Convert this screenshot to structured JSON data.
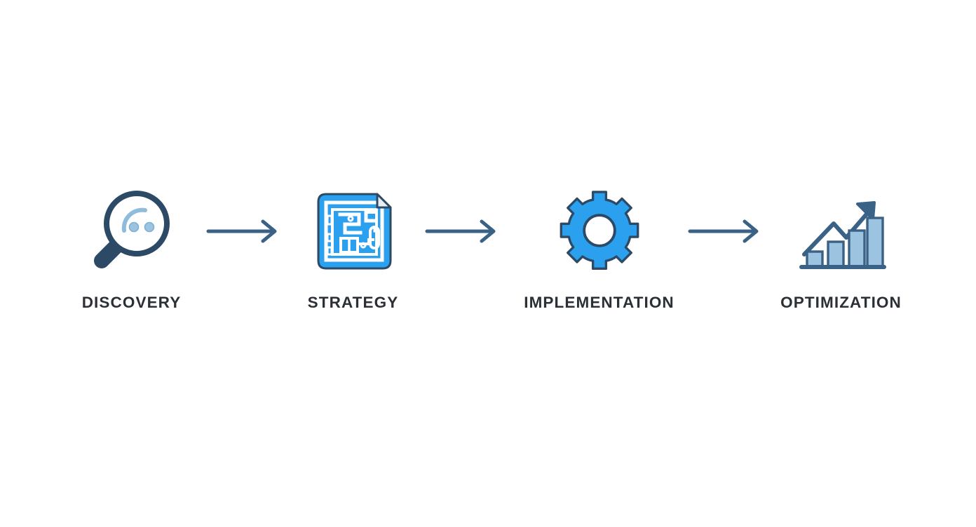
{
  "page": {
    "title": "Four Stage Process Flow",
    "background_color": "#ffffff",
    "type": "process-flow-diagram",
    "orientation": "horizontal-left-to-right"
  },
  "palette": {
    "label_text": "#2b2f36",
    "arrow_connector": "#3a6186",
    "icon_dark_navy": "#2c4a66",
    "icon_bright_blue": "#2aa0ef",
    "icon_light_blue": "#8fbcdd",
    "icon_pale_blue": "#bcd6e9",
    "icon_white": "#ffffff"
  },
  "flow": {
    "stages": [
      {
        "id": "discovery",
        "label": "DISCOVERY",
        "icon": "magnifying-glass-icon",
        "order": 1
      },
      {
        "id": "strategy",
        "label": "STRATEGY",
        "icon": "blueprint-floorplan-icon",
        "order": 2
      },
      {
        "id": "implementation",
        "label": "IMPLEMENTATION",
        "icon": "gear-icon",
        "order": 3
      },
      {
        "id": "optimization",
        "label": "OPTIMIZATION",
        "icon": "growth-bar-chart-icon",
        "order": 4
      }
    ],
    "connectors": [
      {
        "id": "connector-1",
        "icon": "arrow-right-icon",
        "from": "discovery",
        "to": "strategy"
      },
      {
        "id": "connector-2",
        "icon": "arrow-right-icon",
        "from": "strategy",
        "to": "implementation"
      },
      {
        "id": "connector-3",
        "icon": "arrow-right-icon",
        "from": "implementation",
        "to": "optimization"
      }
    ]
  },
  "chart_data": {
    "type": "bar",
    "title": "",
    "categories": [
      "1",
      "2",
      "3",
      "4"
    ],
    "values": [
      25,
      45,
      70,
      100
    ],
    "ylim": [
      0,
      110
    ],
    "xlabel": "",
    "ylabel": "",
    "grid": false,
    "legend": false,
    "annotations": [
      "upward-trend-arrow"
    ],
    "note": "Decorative growth chart icon used for the OPTIMIZATION stage"
  }
}
